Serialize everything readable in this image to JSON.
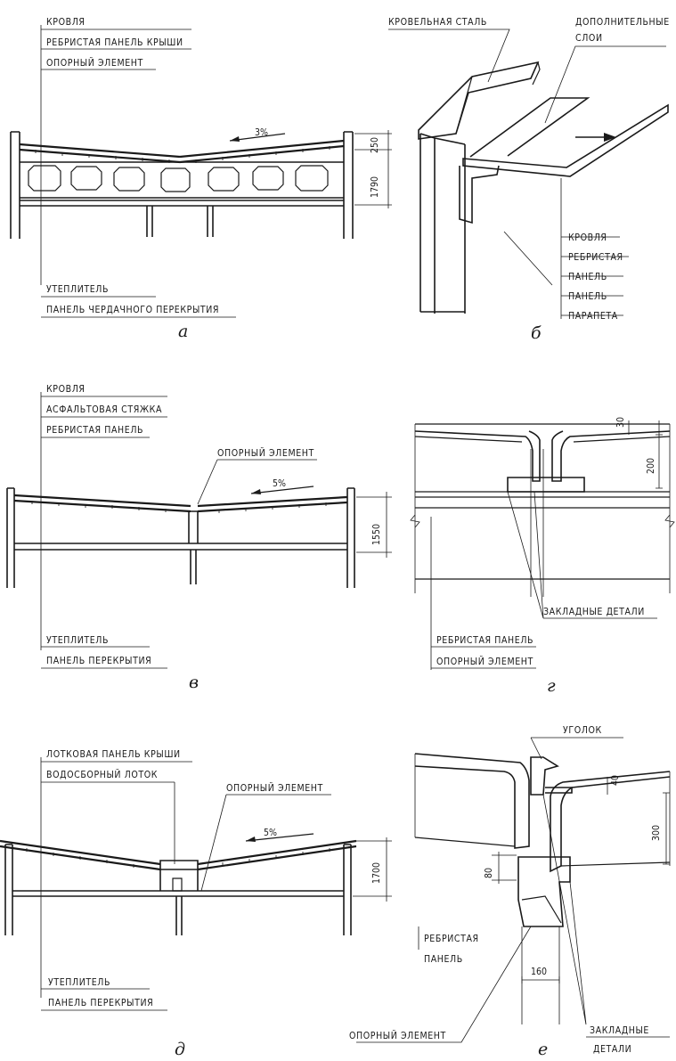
{
  "panels": {
    "a": {
      "caption": "а",
      "top_labels": [
        "КРОВЛЯ",
        "РЕБРИСТАЯ ПАНЕЛЬ КРЫШИ",
        "ОПОРНЫЙ ЭЛЕМЕНТ"
      ],
      "bottom_labels": [
        "УТЕПЛИТЕЛЬ",
        "ПАНЕЛЬ ЧЕРДАЧНОГО ПЕРЕКРЫТИЯ"
      ],
      "slope": "3%",
      "dims": [
        "250",
        "1790"
      ]
    },
    "b": {
      "caption": "б",
      "labels": [
        "КРОВЕЛЬНАЯ СТАЛЬ",
        "ДОПОЛНИТЕЛЬНЫЕ",
        "СЛОИ",
        "КРОВЛЯ",
        "РЕБРИСТАЯ",
        "ПАНЕЛЬ",
        "ПАНЕЛЬ",
        "ПАРАПЕТА"
      ]
    },
    "v": {
      "caption": "в",
      "top_labels": [
        "КРОВЛЯ",
        "АСФАЛЬТОВАЯ СТЯЖКА",
        "РЕБРИСТАЯ ПАНЕЛЬ"
      ],
      "support_label": "ОПОРНЫЙ ЭЛЕМЕНТ",
      "slope": "5%",
      "dim": "1550",
      "bottom_labels": [
        "УТЕПЛИТЕЛЬ",
        "ПАНЕЛЬ ПЕРЕКРЫТИЯ"
      ]
    },
    "g": {
      "caption": "г",
      "dims": [
        "30",
        "200"
      ],
      "labels": [
        "ЗАКЛАДНЫЕ ДЕТАЛИ",
        "РЕБРИСТАЯ ПАНЕЛЬ",
        "ОПОРНЫЙ ЭЛЕМЕНТ"
      ]
    },
    "d": {
      "caption": "д",
      "top_labels": [
        "ЛОТКОВАЯ ПАНЕЛЬ КРЫШИ",
        "ВОДОСБОРНЫЙ ЛОТОК"
      ],
      "support_label": "ОПОРНЫЙ ЭЛЕМЕНТ",
      "slope": "5%",
      "dim": "1700",
      "bottom_labels": [
        "УТЕПЛИТЕЛЬ",
        "ПАНЕЛЬ ПЕРЕКРЫТИЯ"
      ]
    },
    "e": {
      "caption": "е",
      "labels": [
        "УГОЛОК",
        "РЕБРИСТАЯ",
        "ПАНЕЛЬ",
        "ОПОРНЫЙ ЭЛЕМЕНТ",
        "ЗАКЛАДНЫЕ",
        "ДЕТАЛИ"
      ],
      "dims": [
        "40",
        "300",
        "80",
        "160"
      ]
    }
  }
}
